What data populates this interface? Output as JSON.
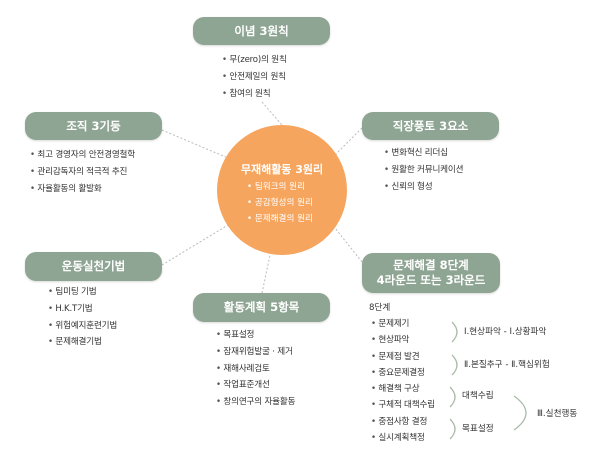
{
  "center": {
    "title": "무재해활동 3원리",
    "items": [
      "팀워크의 원리",
      "공감형성의 원리",
      "문제해결의 원리"
    ]
  },
  "principles": {
    "title": "이념 3원칙",
    "items": [
      "무(zero)의 원칙",
      "안전제일의 원칙",
      "참여의 원칙"
    ]
  },
  "pillars": {
    "title": "조직 3기둥",
    "items": [
      "최고 경영자의 안전경영철학",
      "관리감독자의 적극적 추진",
      "자율활동의 활발화"
    ]
  },
  "culture": {
    "title": "직장풍토 3요소",
    "items": [
      "변화혁신 리더십",
      "원활한 커뮤니케이션",
      "신뢰의 형성"
    ]
  },
  "techniques": {
    "title": "운동실천기법",
    "items": [
      "팀미팅 기법",
      "H.K.T기법",
      "위험예지훈련기법",
      "문제해결기법"
    ]
  },
  "plan": {
    "title": "활동계획 5항목",
    "items": [
      "목표설정",
      "잠재위험발굴 · 제거",
      "재해사례검토",
      "작업표준개선",
      "창의연구의 자율활동"
    ]
  },
  "problem": {
    "title_line1": "문제해결 8단계",
    "title_line2": "4라운드 또는 3라운드",
    "subtitle": "8단계",
    "items": [
      "문제제기",
      "현상파악",
      "문제점 발견",
      "중요문제결정",
      "해결책 구상",
      "구체적 대책수립",
      "중점사항 결정",
      "실시계획책정"
    ],
    "groups": [
      "Ⅰ.현상파악 - Ⅰ.상황파악",
      "Ⅱ.본질추구 - Ⅱ.핵심위험",
      "대책수립",
      "목표설정",
      "Ⅲ.실천행동"
    ]
  },
  "colors": {
    "box": "#8fa593",
    "center": "#f6a55f"
  }
}
